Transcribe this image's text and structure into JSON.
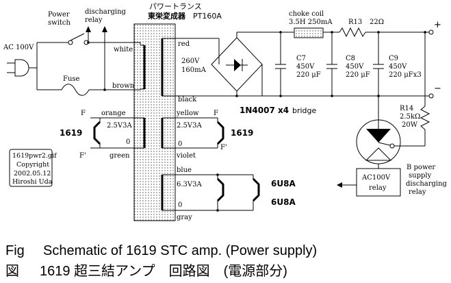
{
  "labels": {
    "ac_source": "AC 100V",
    "power_switch_1": "Power",
    "power_switch_2": "switch",
    "discharging_1": "discharging",
    "discharging_2": "relay",
    "fuse": "Fuse",
    "transformer_kana": "パワートランス",
    "transformer_maker": "東栄変成器",
    "transformer_model": "PT160A",
    "white": "white",
    "brown": "brown",
    "red": "red",
    "black": "black",
    "hv_voltage": "260V",
    "hv_current": "160mA",
    "choke_1": "choke coil",
    "choke_2": "3.5H 250mA",
    "r13": "R13",
    "r13_value": "22Ω",
    "plus": "+",
    "minus": "−",
    "c7": "C7",
    "c7_v": "450V",
    "c7_c": "220 μF",
    "c8": "C8",
    "c8_v": "450V",
    "c8_c": "220 μF",
    "c9": "C9",
    "c9_v": "450V",
    "c9_c": "220 μFx3",
    "bridge_part": "1N4007 x4",
    "bridge_word": "bridge",
    "orange": "orange",
    "green": "green",
    "yellow": "yellow",
    "violet": "violet",
    "blue": "blue",
    "gray": "gray",
    "fil1_v": "2.5V3A",
    "fil2_v": "2.5V3A",
    "fil3_v": "6.3V3A",
    "tap_zero_1": "0",
    "tap_zero_2": "0",
    "tap_zero_3": "0",
    "F1": "F",
    "F1p": "F'",
    "F2": "F",
    "F2p": "F'",
    "tube_1619_left": "1619",
    "tube_1619_right": "1619",
    "tube_6u8a_1": "6U8A",
    "tube_6u8a_2": "6U8A",
    "r14": "R14",
    "r14_v": "2.5kΩ",
    "r14_w": "20W",
    "relay_coil_1": "AC100V",
    "relay_coil_2": "relay",
    "bps_1": "B power",
    "bps_2": "supply",
    "bps_3": "discharging",
    "bps_4": "relay"
  },
  "info": {
    "filename": "1619pwr2.gif",
    "copyright": "Copyright",
    "date": "2002.05.12",
    "author": "Hiroshi Uda"
  },
  "caption": {
    "line1_fig": "Fig",
    "line1_title": "Schematic of  1619  STC amp. (Power supply)",
    "line2_zu": "図",
    "line2_title": "1619 超三結アンプ　回路図　(電源部分)"
  }
}
